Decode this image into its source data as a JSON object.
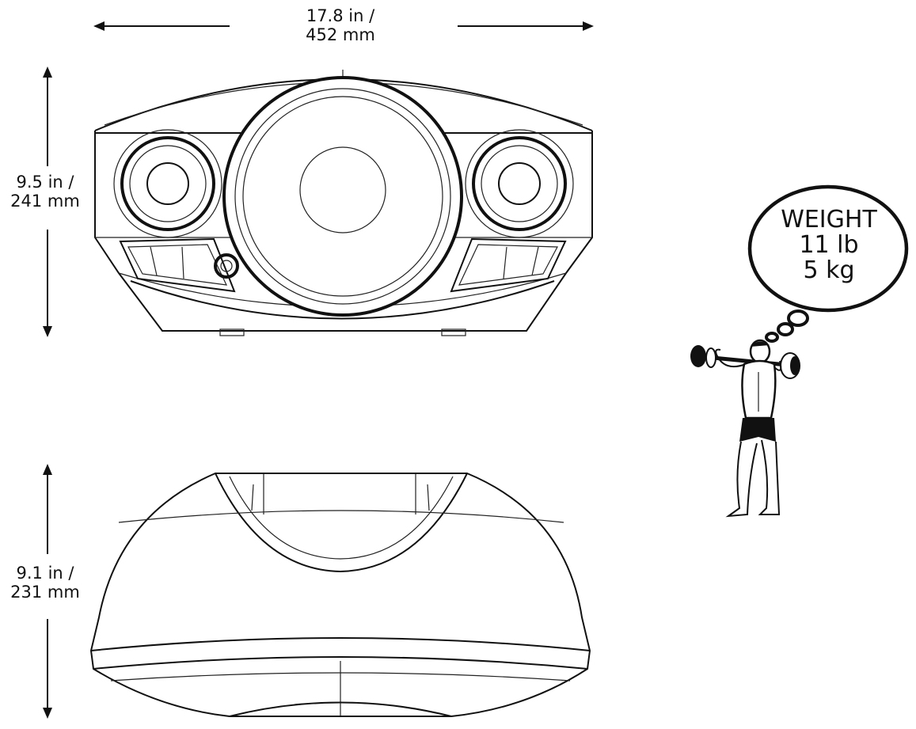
{
  "dimensions": {
    "width": {
      "imperial": "17.8 in /",
      "metric": "452 mm"
    },
    "height": {
      "imperial": "9.5 in /",
      "metric": "241 mm"
    },
    "depth": {
      "imperial": "9.1 in /",
      "metric": "231 mm"
    }
  },
  "weight": {
    "heading": "WEIGHT",
    "imperial": "11 lb",
    "metric": "5 kg"
  }
}
